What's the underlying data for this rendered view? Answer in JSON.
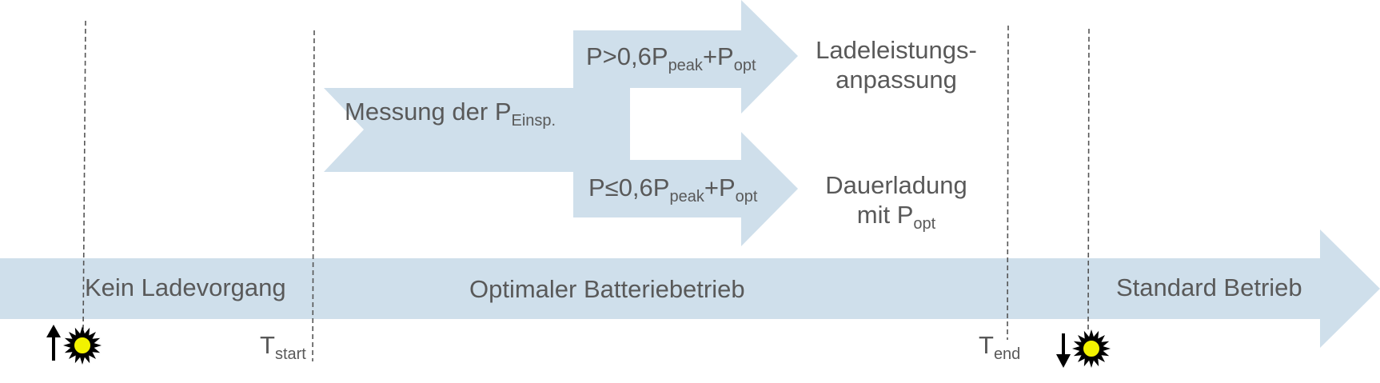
{
  "colors": {
    "shape": "#cfdfeb",
    "text": "#595959",
    "line": "#555555",
    "sun": "#f2f200",
    "sun_outline": "#000000"
  },
  "timeline": {
    "no_charge": "Kein Ladevorgang",
    "optimal": "Optimaler Batteriebetrieb",
    "standard": "Standard Betrieb"
  },
  "measure": {
    "text": "Messung der P",
    "sub": "Einsp."
  },
  "condition_high": {
    "p1": "P>0,6P",
    "s1": "peak",
    "p2": "+P",
    "s2": "opt"
  },
  "condition_low": {
    "p1": "P≤0,6P",
    "s1": "peak",
    "p2": "+P",
    "s2": "opt"
  },
  "result_high": {
    "line1": "Ladeleistungs-",
    "line2": "anpassung"
  },
  "result_low": {
    "line1": "Dauerladung",
    "line2_text": "mit P",
    "line2_sub": "opt"
  },
  "t_start": {
    "main": "T",
    "sub": "start"
  },
  "t_end": {
    "main": "T",
    "sub": "end"
  },
  "icons": {
    "sunrise": "sunrise-icon",
    "sunset": "sunset-icon"
  }
}
